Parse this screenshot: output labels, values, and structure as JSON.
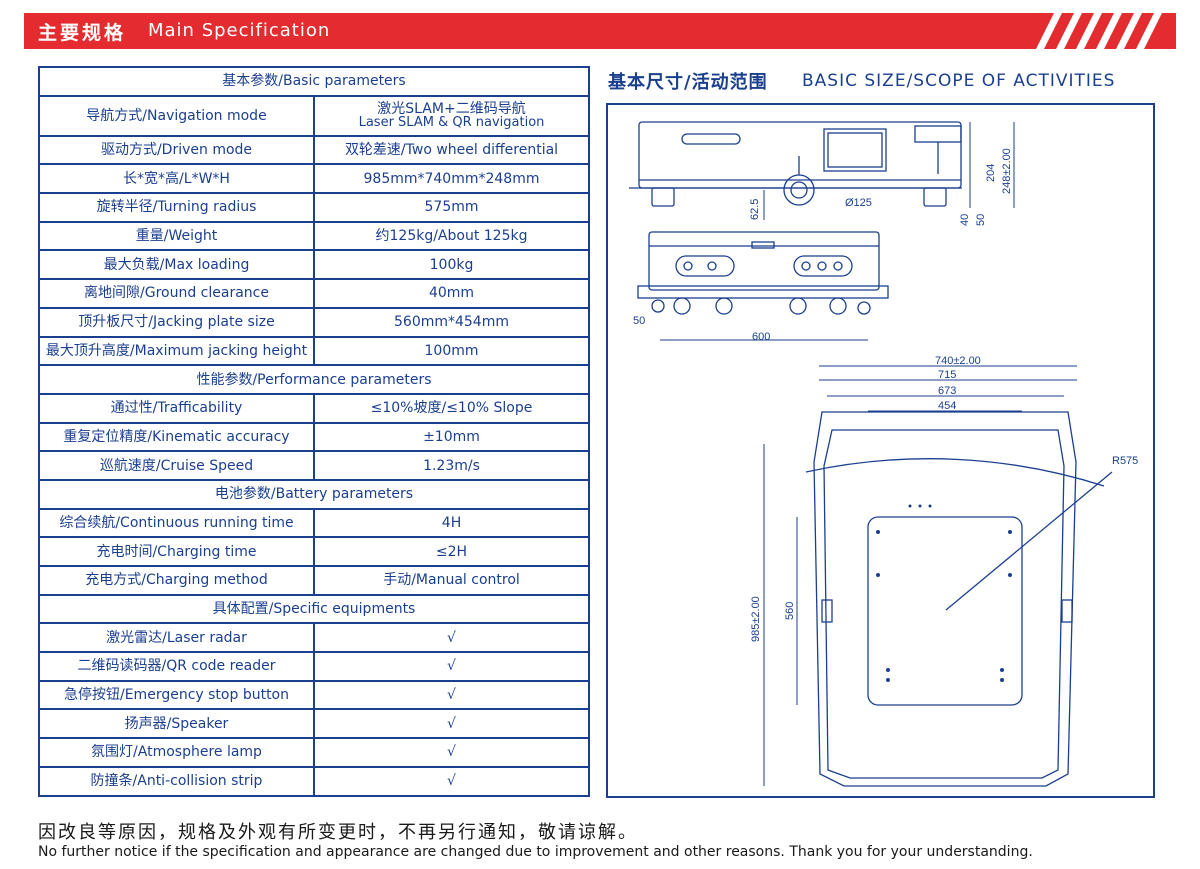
{
  "header": {
    "title_cn": "主要规格",
    "title_en": "Main Specification",
    "accent_color": "#e42b2f"
  },
  "spec_table": {
    "rows": [
      {
        "type": "section",
        "label": "基本参数/Basic parameters"
      },
      {
        "type": "row",
        "label": "导航方式/Navigation mode",
        "value": "激光SLAM+二维码导航",
        "value_sub": "Laser SLAM & QR navigation"
      },
      {
        "type": "row",
        "label": "驱动方式/Driven mode",
        "value": "双轮差速/Two wheel differential"
      },
      {
        "type": "row",
        "label": "长*宽*高/L*W*H",
        "value": "985mm*740mm*248mm"
      },
      {
        "type": "row",
        "label": "旋转半径/Turning radius",
        "value": "575mm"
      },
      {
        "type": "row",
        "label": "重量/Weight",
        "value": "约125kg/About 125kg"
      },
      {
        "type": "row",
        "label": "最大负载/Max loading",
        "value": "100kg"
      },
      {
        "type": "row",
        "label": "离地间隙/Ground clearance",
        "value": "40mm"
      },
      {
        "type": "row",
        "label": "顶升板尺寸/Jacking plate size",
        "value": "560mm*454mm"
      },
      {
        "type": "row",
        "label": "最大顶升高度/Maximum jacking height",
        "value": "100mm"
      },
      {
        "type": "section",
        "label": "性能参数/Performance parameters"
      },
      {
        "type": "row",
        "label": "通过性/Trafficability",
        "value": "≤10%坡度/≤10% Slope"
      },
      {
        "type": "row",
        "label": "重复定位精度/Kinematic accuracy",
        "value": "±10mm"
      },
      {
        "type": "row",
        "label": "巡航速度/Cruise Speed",
        "value": "1.23m/s"
      },
      {
        "type": "section",
        "label": "电池参数/Battery parameters"
      },
      {
        "type": "row",
        "label": "综合续航/Continuous running time",
        "value": "4H"
      },
      {
        "type": "row",
        "label": "充电时间/Charging time",
        "value": "≤2H"
      },
      {
        "type": "row",
        "label": "充电方式/Charging method",
        "value": "手动/Manual control"
      },
      {
        "type": "section",
        "label": "具体配置/Specific equipments"
      },
      {
        "type": "row",
        "label": "激光雷达/Laser radar",
        "value": "√"
      },
      {
        "type": "row",
        "label": "二维码读码器/QR code reader",
        "value": "√"
      },
      {
        "type": "row",
        "label": "急停按钮/Emergency stop button",
        "value": "√"
      },
      {
        "type": "row",
        "label": "扬声器/Speaker",
        "value": "√"
      },
      {
        "type": "row",
        "label": "氛围灯/Atmosphere lamp",
        "value": "√"
      },
      {
        "type": "row",
        "label": "防撞条/Anti-collision strip",
        "value": "√"
      }
    ]
  },
  "drawing": {
    "title_cn": "基本尺寸/活动范围",
    "title_en": "BASIC SIZE/SCOPE OF ACTIVITIES",
    "dimensions": {
      "d204": "204",
      "d248": "248±2.00",
      "d125": "Ø125",
      "d62_5": "62.5",
      "d40": "40",
      "d50_side": "50",
      "d50_front": "50",
      "d600": "600",
      "d740": "740±2.00",
      "d715": "715",
      "d673": "673",
      "d454": "454",
      "r575": "R575",
      "d985": "985±2.00",
      "d560": "560"
    }
  },
  "footer": {
    "cn": "因改良等原因，规格及外观有所变更时，不再另行通知，敬请谅解。",
    "en": "No further notice if the specification and appearance are changed due to improvement and other reasons. Thank you for your understanding."
  }
}
